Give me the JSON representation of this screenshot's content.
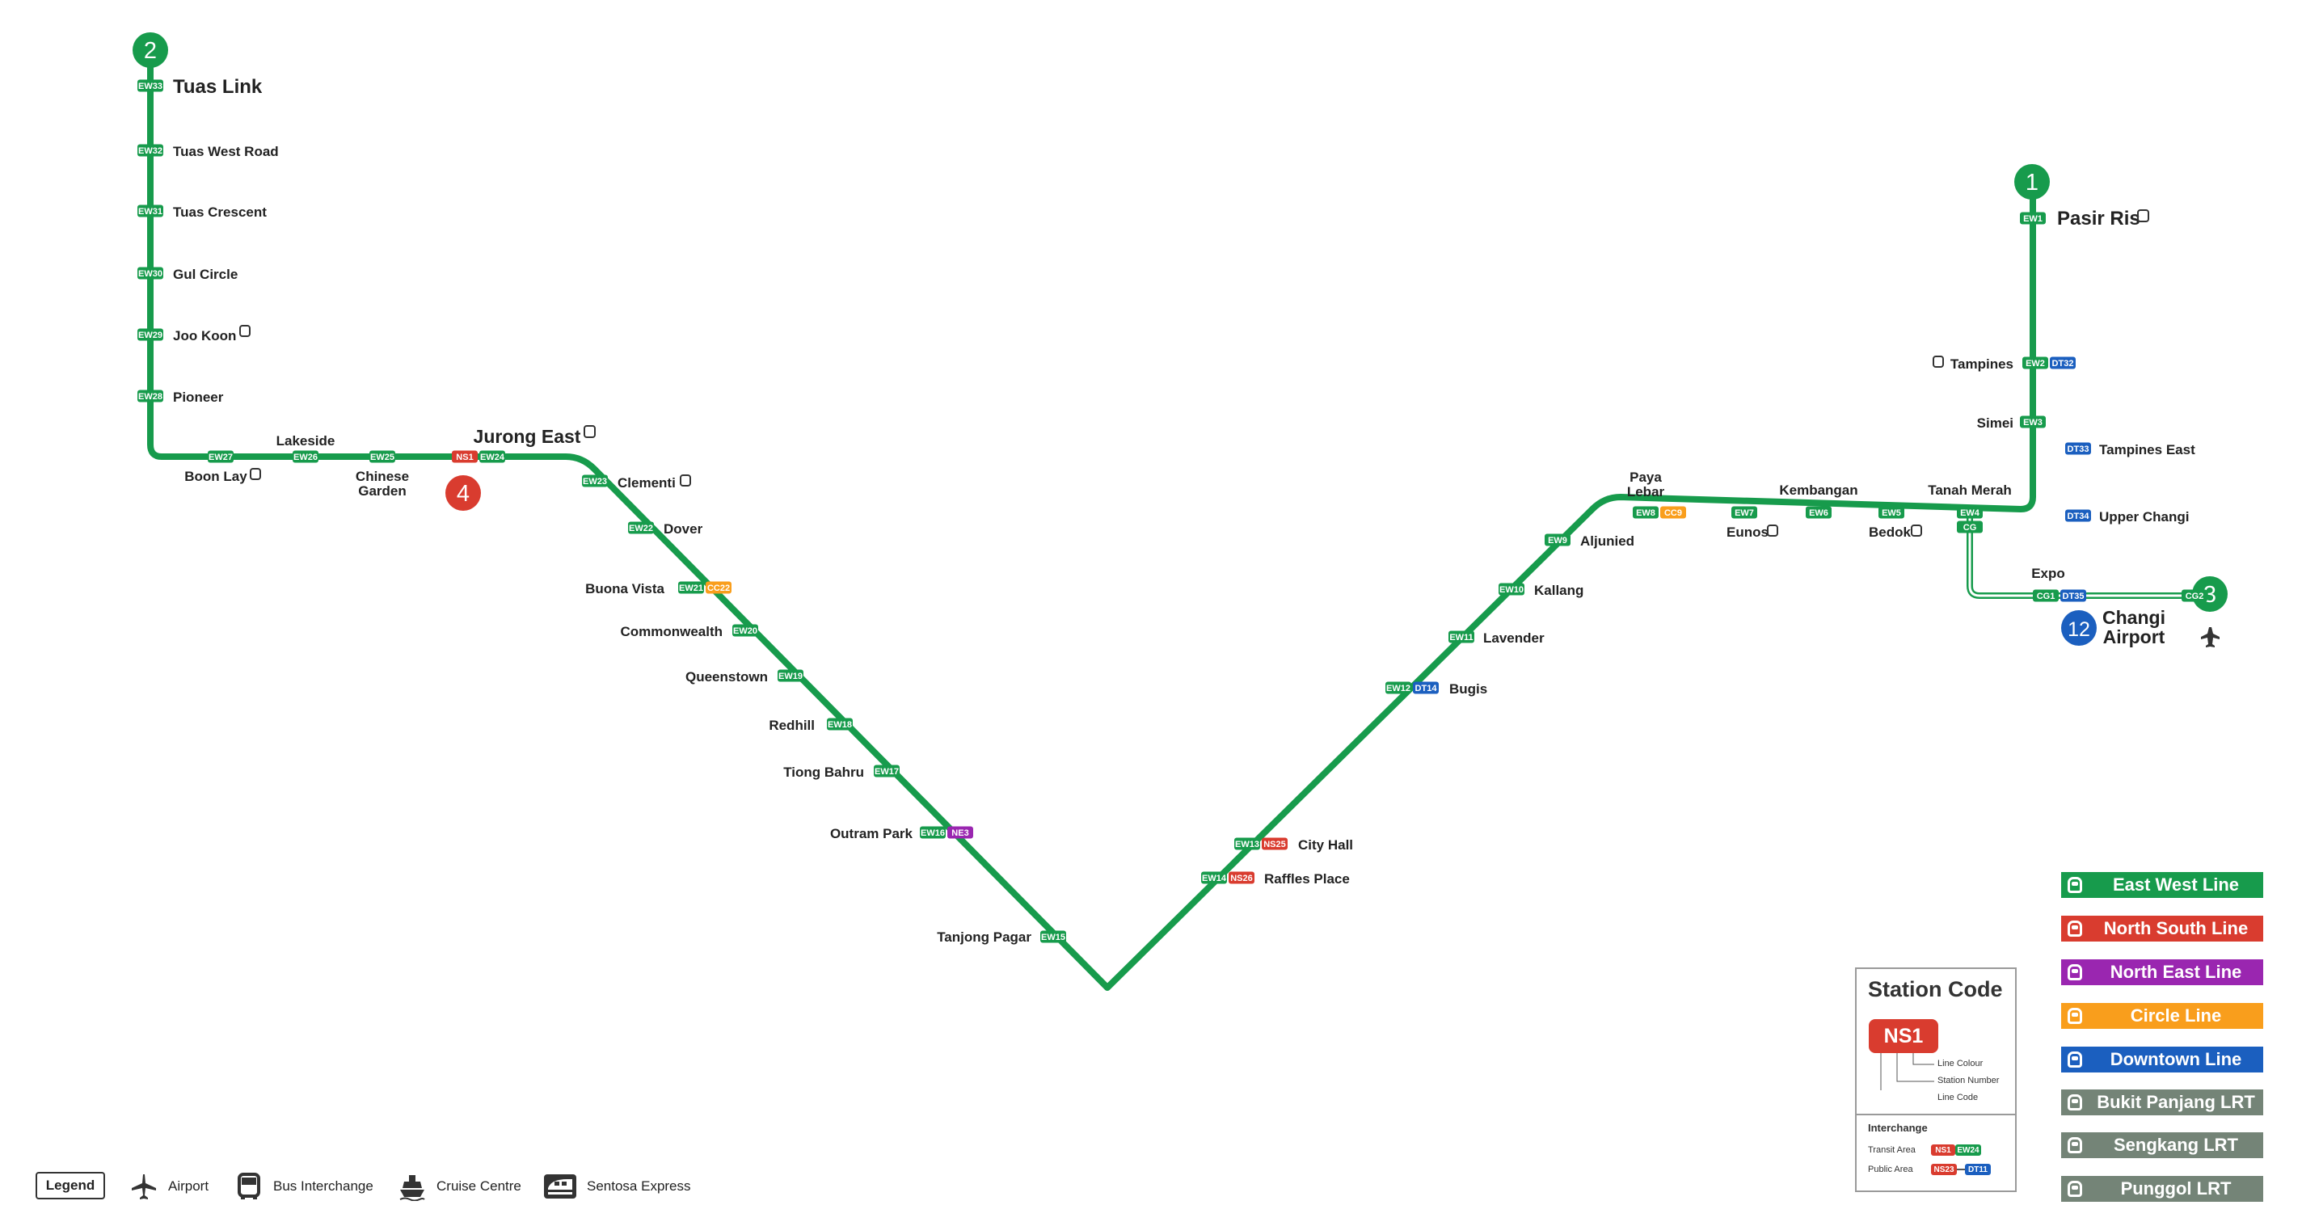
{
  "colors": {
    "ew": "#179b4c",
    "ns": "#d93c2f",
    "ne": "#9a26b0",
    "cc": "#f99e1c",
    "dt": "#1b5fbf",
    "lrt": "#748477"
  },
  "branch_badges": [
    {
      "label": "2",
      "color": "#179b4c"
    },
    {
      "label": "1",
      "color": "#179b4c"
    },
    {
      "label": "3",
      "color": "#179b4c"
    },
    {
      "label": "4",
      "color": "#d93c2f"
    },
    {
      "label": "12",
      "color": "#1b5fbf"
    }
  ],
  "stations": [
    {
      "name": "Tuas Link",
      "codes": [
        "EW33"
      ]
    },
    {
      "name": "Tuas West Road",
      "codes": [
        "EW32"
      ]
    },
    {
      "name": "Tuas Crescent",
      "codes": [
        "EW31"
      ]
    },
    {
      "name": "Gul Circle",
      "codes": [
        "EW30"
      ]
    },
    {
      "name": "Joo Koon",
      "codes": [
        "EW29"
      ]
    },
    {
      "name": "Pioneer",
      "codes": [
        "EW28"
      ]
    },
    {
      "name": "Boon Lay",
      "codes": [
        "EW27"
      ]
    },
    {
      "name": "Lakeside",
      "codes": [
        "EW26"
      ]
    },
    {
      "name": "Chinese Garden",
      "codes": [
        "EW25"
      ]
    },
    {
      "name": "Jurong East",
      "codes": [
        "NS1",
        "EW24"
      ]
    },
    {
      "name": "Clementi",
      "codes": [
        "EW23"
      ]
    },
    {
      "name": "Dover",
      "codes": [
        "EW22"
      ]
    },
    {
      "name": "Buona Vista",
      "codes": [
        "EW21",
        "CC22"
      ]
    },
    {
      "name": "Commonwealth",
      "codes": [
        "EW20"
      ]
    },
    {
      "name": "Queenstown",
      "codes": [
        "EW19"
      ]
    },
    {
      "name": "Redhill",
      "codes": [
        "EW18"
      ]
    },
    {
      "name": "Tiong Bahru",
      "codes": [
        "EW17"
      ]
    },
    {
      "name": "Outram Park",
      "codes": [
        "EW16",
        "NE3"
      ]
    },
    {
      "name": "Tanjong Pagar",
      "codes": [
        "EW15"
      ]
    },
    {
      "name": "Raffles Place",
      "codes": [
        "EW14",
        "NS26"
      ]
    },
    {
      "name": "City Hall",
      "codes": [
        "EW13",
        "NS25"
      ]
    },
    {
      "name": "Bugis",
      "codes": [
        "EW12",
        "DT14"
      ]
    },
    {
      "name": "Lavender",
      "codes": [
        "EW11"
      ]
    },
    {
      "name": "Kallang",
      "codes": [
        "EW10"
      ]
    },
    {
      "name": "Aljunied",
      "codes": [
        "EW9"
      ]
    },
    {
      "name": "Paya Lebar",
      "codes": [
        "EW8",
        "CC9"
      ]
    },
    {
      "name": "Eunos",
      "codes": [
        "EW7"
      ]
    },
    {
      "name": "Kembangan",
      "codes": [
        "EW6"
      ]
    },
    {
      "name": "Bedok",
      "codes": [
        "EW5"
      ]
    },
    {
      "name": "Tanah Merah",
      "codes": [
        "EW4"
      ]
    },
    {
      "name": "Simei",
      "codes": [
        "EW3"
      ]
    },
    {
      "name": "Tampines",
      "codes": [
        "EW2",
        "DT32"
      ]
    },
    {
      "name": "Pasir Ris",
      "codes": [
        "EW1"
      ]
    },
    {
      "name": "Tampines East",
      "codes": [
        "DT33"
      ]
    },
    {
      "name": "Upper Changi",
      "codes": [
        "DT34"
      ]
    },
    {
      "name": "Expo",
      "codes": [
        "CG1",
        "DT35"
      ]
    },
    {
      "name": "Changi Airport",
      "codes": [
        "CG2"
      ]
    },
    {
      "name": "",
      "codes": [
        "CG"
      ]
    }
  ],
  "lines_legend": [
    {
      "label": "East West Line",
      "color": "#179b4c"
    },
    {
      "label": "North South Line",
      "color": "#d93c2f"
    },
    {
      "label": "North East Line",
      "color": "#9a26b0"
    },
    {
      "label": "Circle Line",
      "color": "#f99e1c"
    },
    {
      "label": "Downtown Line",
      "color": "#1b5fbf"
    },
    {
      "label": "Bukit Panjang LRT",
      "color": "#748477"
    },
    {
      "label": "Sengkang LRT",
      "color": "#748477"
    },
    {
      "label": "Punggol LRT",
      "color": "#748477"
    }
  ],
  "station_code_box": {
    "title": "Station Code",
    "sample_code": "NS1",
    "line_colour": "Line Colour",
    "station_number": "Station Number",
    "line_code": "Line Code",
    "interchange": "Interchange",
    "transit_area": "Transit Area",
    "public_area": "Public Area",
    "transit_codes": [
      "NS1",
      "EW24"
    ],
    "public_codes": [
      "NS23",
      "DT11"
    ]
  },
  "legend": {
    "title": "Legend",
    "airport": "Airport",
    "bus_interchange": "Bus Interchange",
    "cruise_centre": "Cruise Centre",
    "sentosa_express": "Sentosa Express"
  }
}
